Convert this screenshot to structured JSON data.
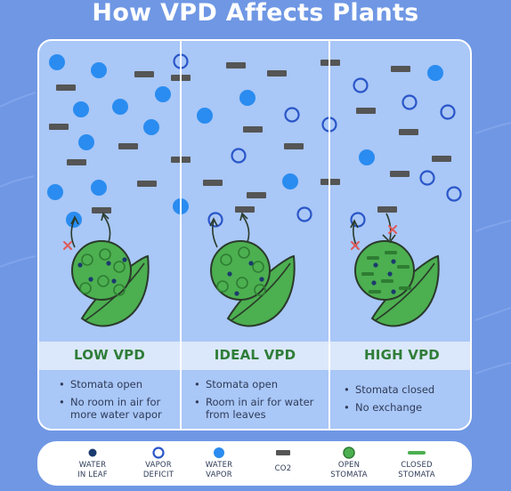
{
  "title": "How VPD Affects Plants",
  "columns": [
    {
      "heading": "LOW VPD",
      "bullets": [
        "Stomata open",
        "No room in air for more water vapor"
      ]
    },
    {
      "heading": "IDEAL VPD",
      "bullets": [
        "Stomata open",
        "Room in air for water from leaves"
      ]
    },
    {
      "heading": "HIGH VPD",
      "bullets": [
        "Stomata closed",
        "No exchange"
      ]
    }
  ],
  "legend": [
    {
      "icon": "water-in-leaf-dot",
      "line1": "WATER",
      "line2": "IN LEAF"
    },
    {
      "icon": "vapor-deficit-ring",
      "line1": "VAPOR",
      "line2": "DEFICIT"
    },
    {
      "icon": "water-vapor-dot",
      "line1": "WATER",
      "line2": "VAPOR"
    },
    {
      "icon": "co2-dash",
      "line1": "CO2",
      "line2": ""
    },
    {
      "icon": "open-stomata-circle",
      "line1": "OPEN",
      "line2": "STOMATA"
    },
    {
      "icon": "closed-stomata-bar",
      "line1": "CLOSED",
      "line2": "STOMATA"
    }
  ],
  "colors": {
    "background": "#6f97e4",
    "panel": "#a9c7f7",
    "water_vapor": "#2a8cf0",
    "vapor_deficit": "#2a56c8",
    "co2": "#555555",
    "water_in_leaf": "#1b3a6e",
    "leaf": "#4caf50",
    "heading": "#2f7d38",
    "blocked": "#e05a5a"
  }
}
